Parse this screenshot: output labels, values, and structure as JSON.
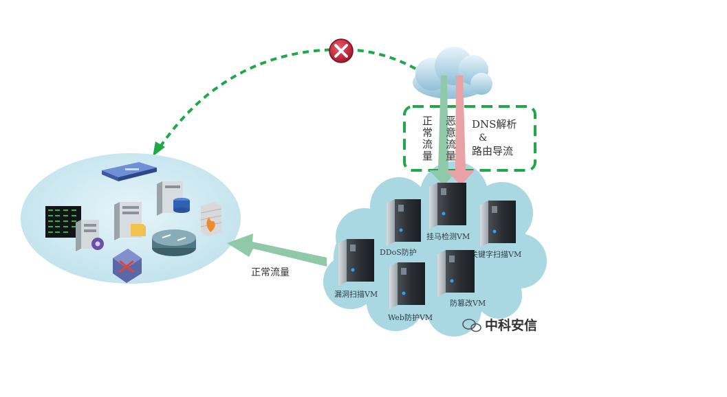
{
  "colors": {
    "dashed_green": "#1fa84a",
    "cloud_teal": "#a6d7e0",
    "ellipse_fill": "#cfe9f1",
    "normal_arrow": "#8fc9a8",
    "malicious_arrow": "#e8a1a4",
    "block_icon": "#c8283c"
  },
  "blocked_marker": {
    "icon": "x-close-icon"
  },
  "traffic_box": {
    "normal_traffic": "正常流量",
    "malicious_traffic": "恶意流量",
    "dns_line1": "DNS解析",
    "dns_line2": "&",
    "dns_line3": "路由导流"
  },
  "return_arrow_label": "正常流量",
  "vm_labels": {
    "ddos": "DDoS防护",
    "trojan": "挂马检测VM",
    "keyword": "关键字扫描VM",
    "vuln": "漏洞扫描VM",
    "web": "Web防护VM",
    "tamper": "防篡改VM"
  },
  "customer_icons": [
    "rack-server-icon",
    "monitor-wall-icon",
    "server-icon",
    "file-server-icon",
    "database-server-icon",
    "firewall-icon",
    "router-icon",
    "switch-icon",
    "gear-icon"
  ],
  "watermark": {
    "icon": "wechat-icon",
    "text": "中科安信"
  }
}
